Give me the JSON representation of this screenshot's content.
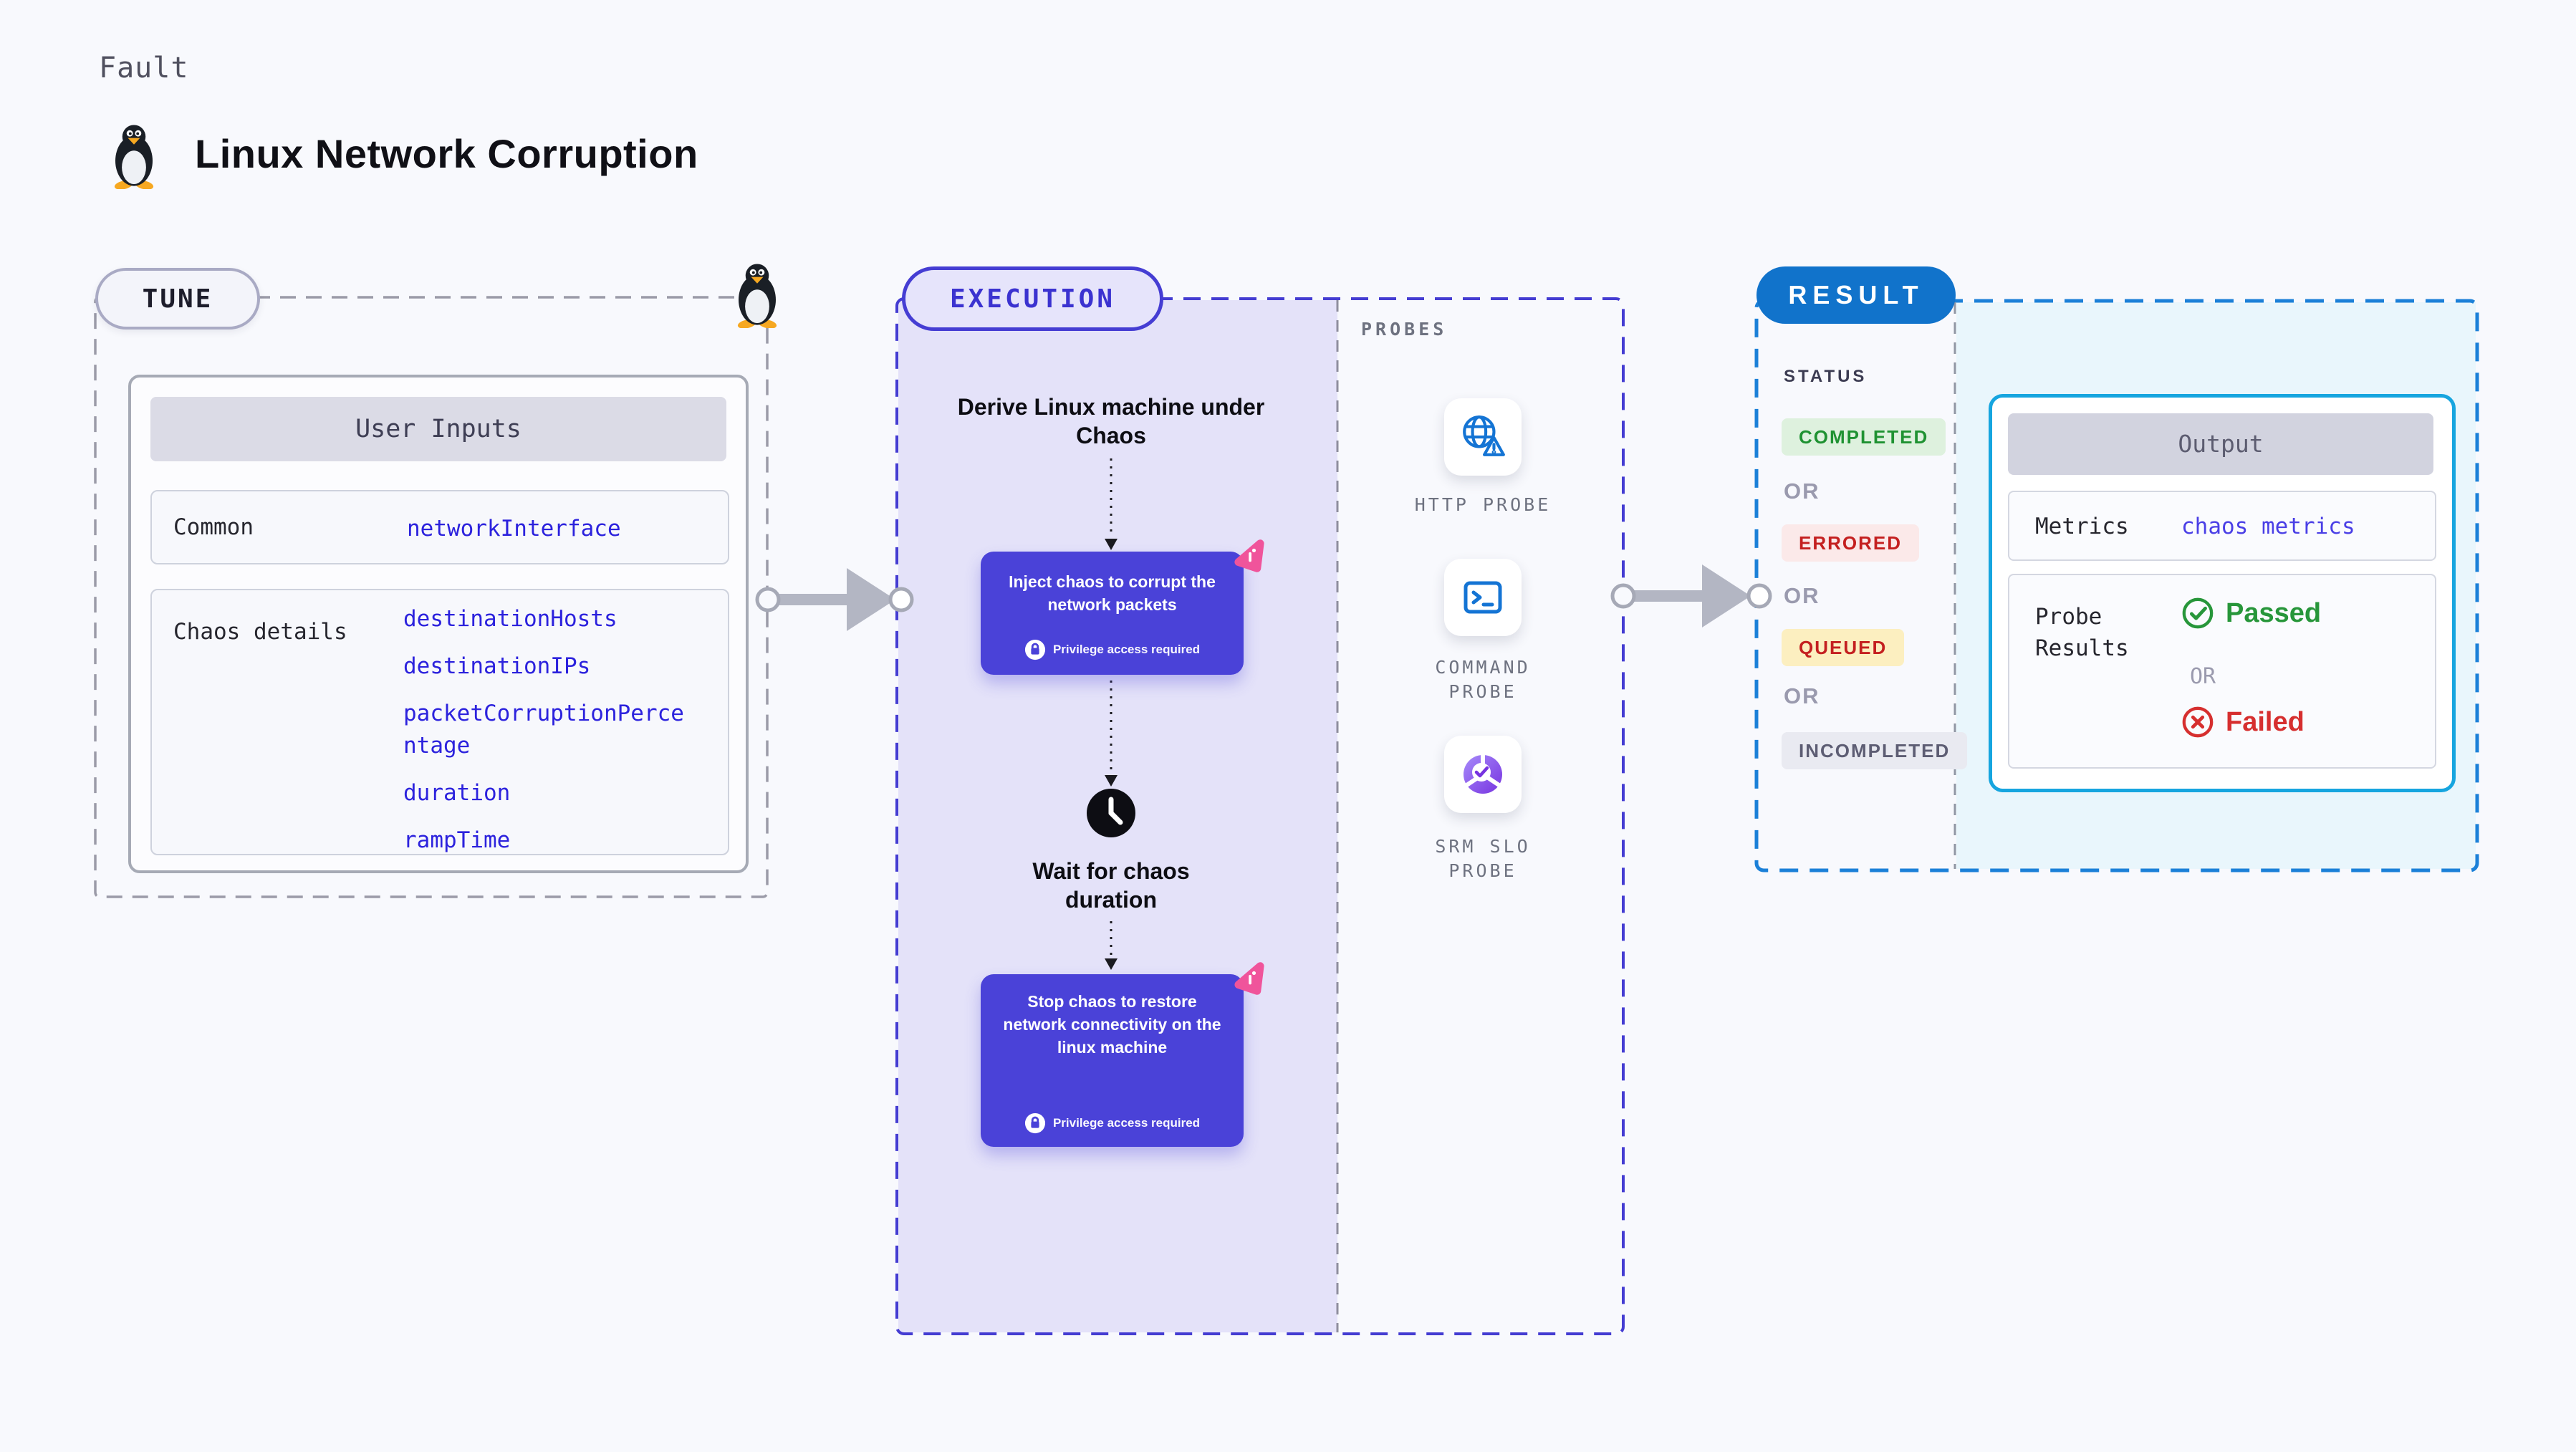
{
  "header": {
    "kicker": "Fault",
    "title": "Linux Network Corruption"
  },
  "tune": {
    "badge": "TUNE",
    "card_title": "User Inputs",
    "rows": [
      {
        "label": "Common",
        "values": [
          "networkInterface"
        ]
      },
      {
        "label": "Chaos details",
        "values": [
          "destinationHosts",
          "destinationIPs",
          "packetCorruptionPercentage",
          "duration",
          "rampTime"
        ]
      }
    ]
  },
  "execution": {
    "badge": "EXECUTION",
    "derive_label": "Derive Linux machine under Chaos",
    "inject_label": "Inject chaos to corrupt the network packets",
    "privilege_label": "Privilege access required",
    "wait_label": "Wait for chaos duration",
    "stop_label": "Stop chaos to restore network connectivity on the linux machine"
  },
  "probes": {
    "title": "PROBES",
    "items": [
      {
        "name": "HTTP PROBE",
        "icon": "globe-alert-icon"
      },
      {
        "name": "COMMAND PROBE",
        "icon": "terminal-icon"
      },
      {
        "name": "SRM SLO PROBE",
        "icon": "donut-check-icon"
      }
    ]
  },
  "result": {
    "badge": "RESULT",
    "status_title": "STATUS",
    "or_label": "OR",
    "statuses": [
      {
        "label": "COMPLETED"
      },
      {
        "label": "ERRORED"
      },
      {
        "label": "QUEUED"
      },
      {
        "label": "INCOMPLETED"
      }
    ],
    "output": {
      "title": "Output",
      "metrics_label": "Metrics",
      "metrics_value": "chaos metrics",
      "probe_results_label": "Probe Results",
      "passed_label": "Passed",
      "failed_label": "Failed"
    }
  },
  "colors": {
    "indigo_border": "#453dd3",
    "indigo_fill": "#e4e2f9",
    "node_purple": "#4a42d8",
    "result_blue": "#1173cb",
    "result_dash": "#1b80d8",
    "cyan_fill": "#e9f6fc",
    "code_blue": "#2c22dd",
    "probe_icon_blue": "#1474d4",
    "pink": "#f0549b",
    "green": "#1f9232",
    "red": "#c42020",
    "gray_dash": "#9b9ba8"
  }
}
